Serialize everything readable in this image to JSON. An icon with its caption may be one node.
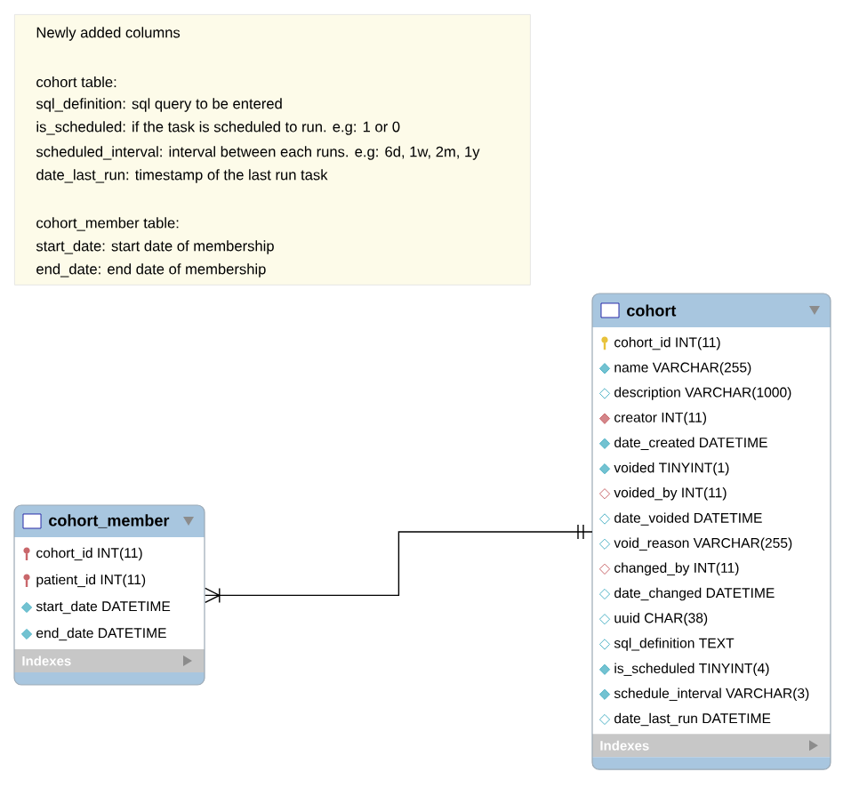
{
  "diagram": {
    "nodes": [
      {
        "text": [
          "Newly added columns",
          "cohort table:",
          "sql_definition: sql query to be entered",
          "is_scheduled: if the task is scheduled to run. e.g: 1 or 0",
          "scheduled_interval: interval between each runs. e.g: 6d, 1w, 2m, 1y",
          "date_last_run: timestamp of the last run task",
          "cohort_member table:",
          "start_date: start date of membership",
          "end_date: end date of membership"
        ]
      },
      {
        "text": [
          "cohort_member",
          "cohort_id INT(11)",
          "patient_id INT(11)",
          "start_date DATETIME",
          "end_date DATETIME",
          "Indexes"
        ]
      },
      {
        "text": [
          "cohort",
          "cohort_id INT(11)",
          "name VARCHAR(255)",
          "description VARCHAR(1000)",
          "creator INT(11)",
          "date_created DATETIME",
          "voided TINYINT(1)",
          "voided_by INT(11)",
          "date_voided DATETIME",
          "void_reason VARCHAR(255)",
          "changed_by INT(11)",
          "date_changed DATETIME",
          "uuid CHAR(38)",
          "sql_definition TEXT",
          "is_scheduled TINYINT(4)",
          "schedule_interval VARCHAR(3)",
          "date_last_run DATETIME",
          "Indexes"
        ]
      }
    ],
    "edges": [
      {
        "from": 1,
        "to": 2,
        "arrow": "other"
      }
    ]
  }
}
